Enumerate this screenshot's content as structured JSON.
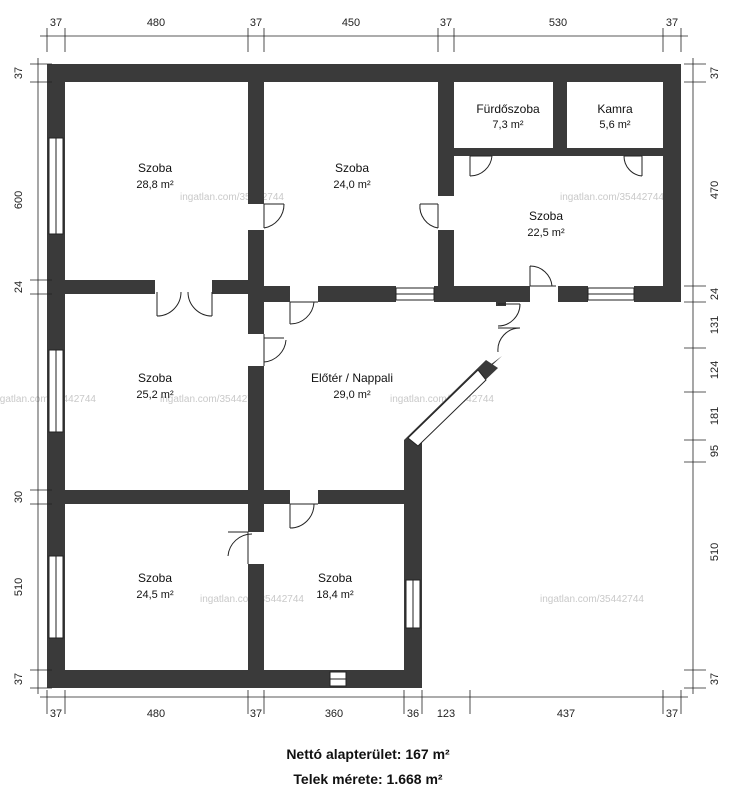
{
  "rooms": [
    {
      "name": "Szoba",
      "area": "28,8 m²"
    },
    {
      "name": "Szoba",
      "area": "24,0 m²"
    },
    {
      "name": "Fürdőszoba",
      "area": "7,3 m²"
    },
    {
      "name": "Kamra",
      "area": "5,6 m²"
    },
    {
      "name": "Szoba",
      "area": "22,5 m²"
    },
    {
      "name": "Szoba",
      "area": "25,2 m²"
    },
    {
      "name": "Előtér / Nappali",
      "area": "29,0 m²"
    },
    {
      "name": "Szoba",
      "area": "24,5 m²"
    },
    {
      "name": "Szoba",
      "area": "18,4 m²"
    }
  ],
  "dimensions": {
    "top": [
      "37",
      "480",
      "37",
      "450",
      "37",
      "530",
      "37"
    ],
    "bottom": [
      "37",
      "480",
      "37",
      "360",
      "36",
      "123",
      "437",
      "37"
    ],
    "left": [
      "37",
      "600",
      "24",
      "30",
      "510",
      "37"
    ],
    "right": [
      "37",
      "470",
      "24",
      "131",
      "124",
      "181",
      "95",
      "510",
      "37"
    ]
  },
  "watermark": "ingatlan.com/35442744",
  "summary": {
    "net_area": "Nettó alapterület: 167 m²",
    "plot_size": "Telek mérete: 1.668 m²"
  },
  "colors": {
    "wall": "#3a3a3a",
    "line": "#222222",
    "watermark": "#c9c9c9"
  }
}
